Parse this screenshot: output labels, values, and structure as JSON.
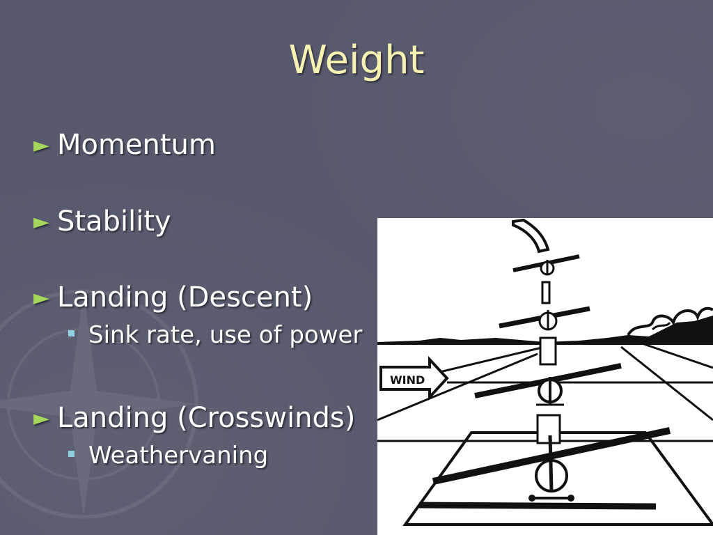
{
  "slide": {
    "title": "Weight",
    "bullets": [
      {
        "text": "Momentum"
      },
      {
        "text": "Stability"
      },
      {
        "text": "Landing (Descent)",
        "sub": "Sink rate, use of power"
      },
      {
        "text": "Landing (Crosswinds)",
        "sub": "Weathervaning"
      }
    ],
    "figure": {
      "wind_label": "WIND"
    }
  },
  "colors": {
    "background": "#575a6c",
    "title": "#f6f2b4",
    "bullet_arrow": "#a5d75c",
    "sub_bullet": "#8fcfe0"
  }
}
